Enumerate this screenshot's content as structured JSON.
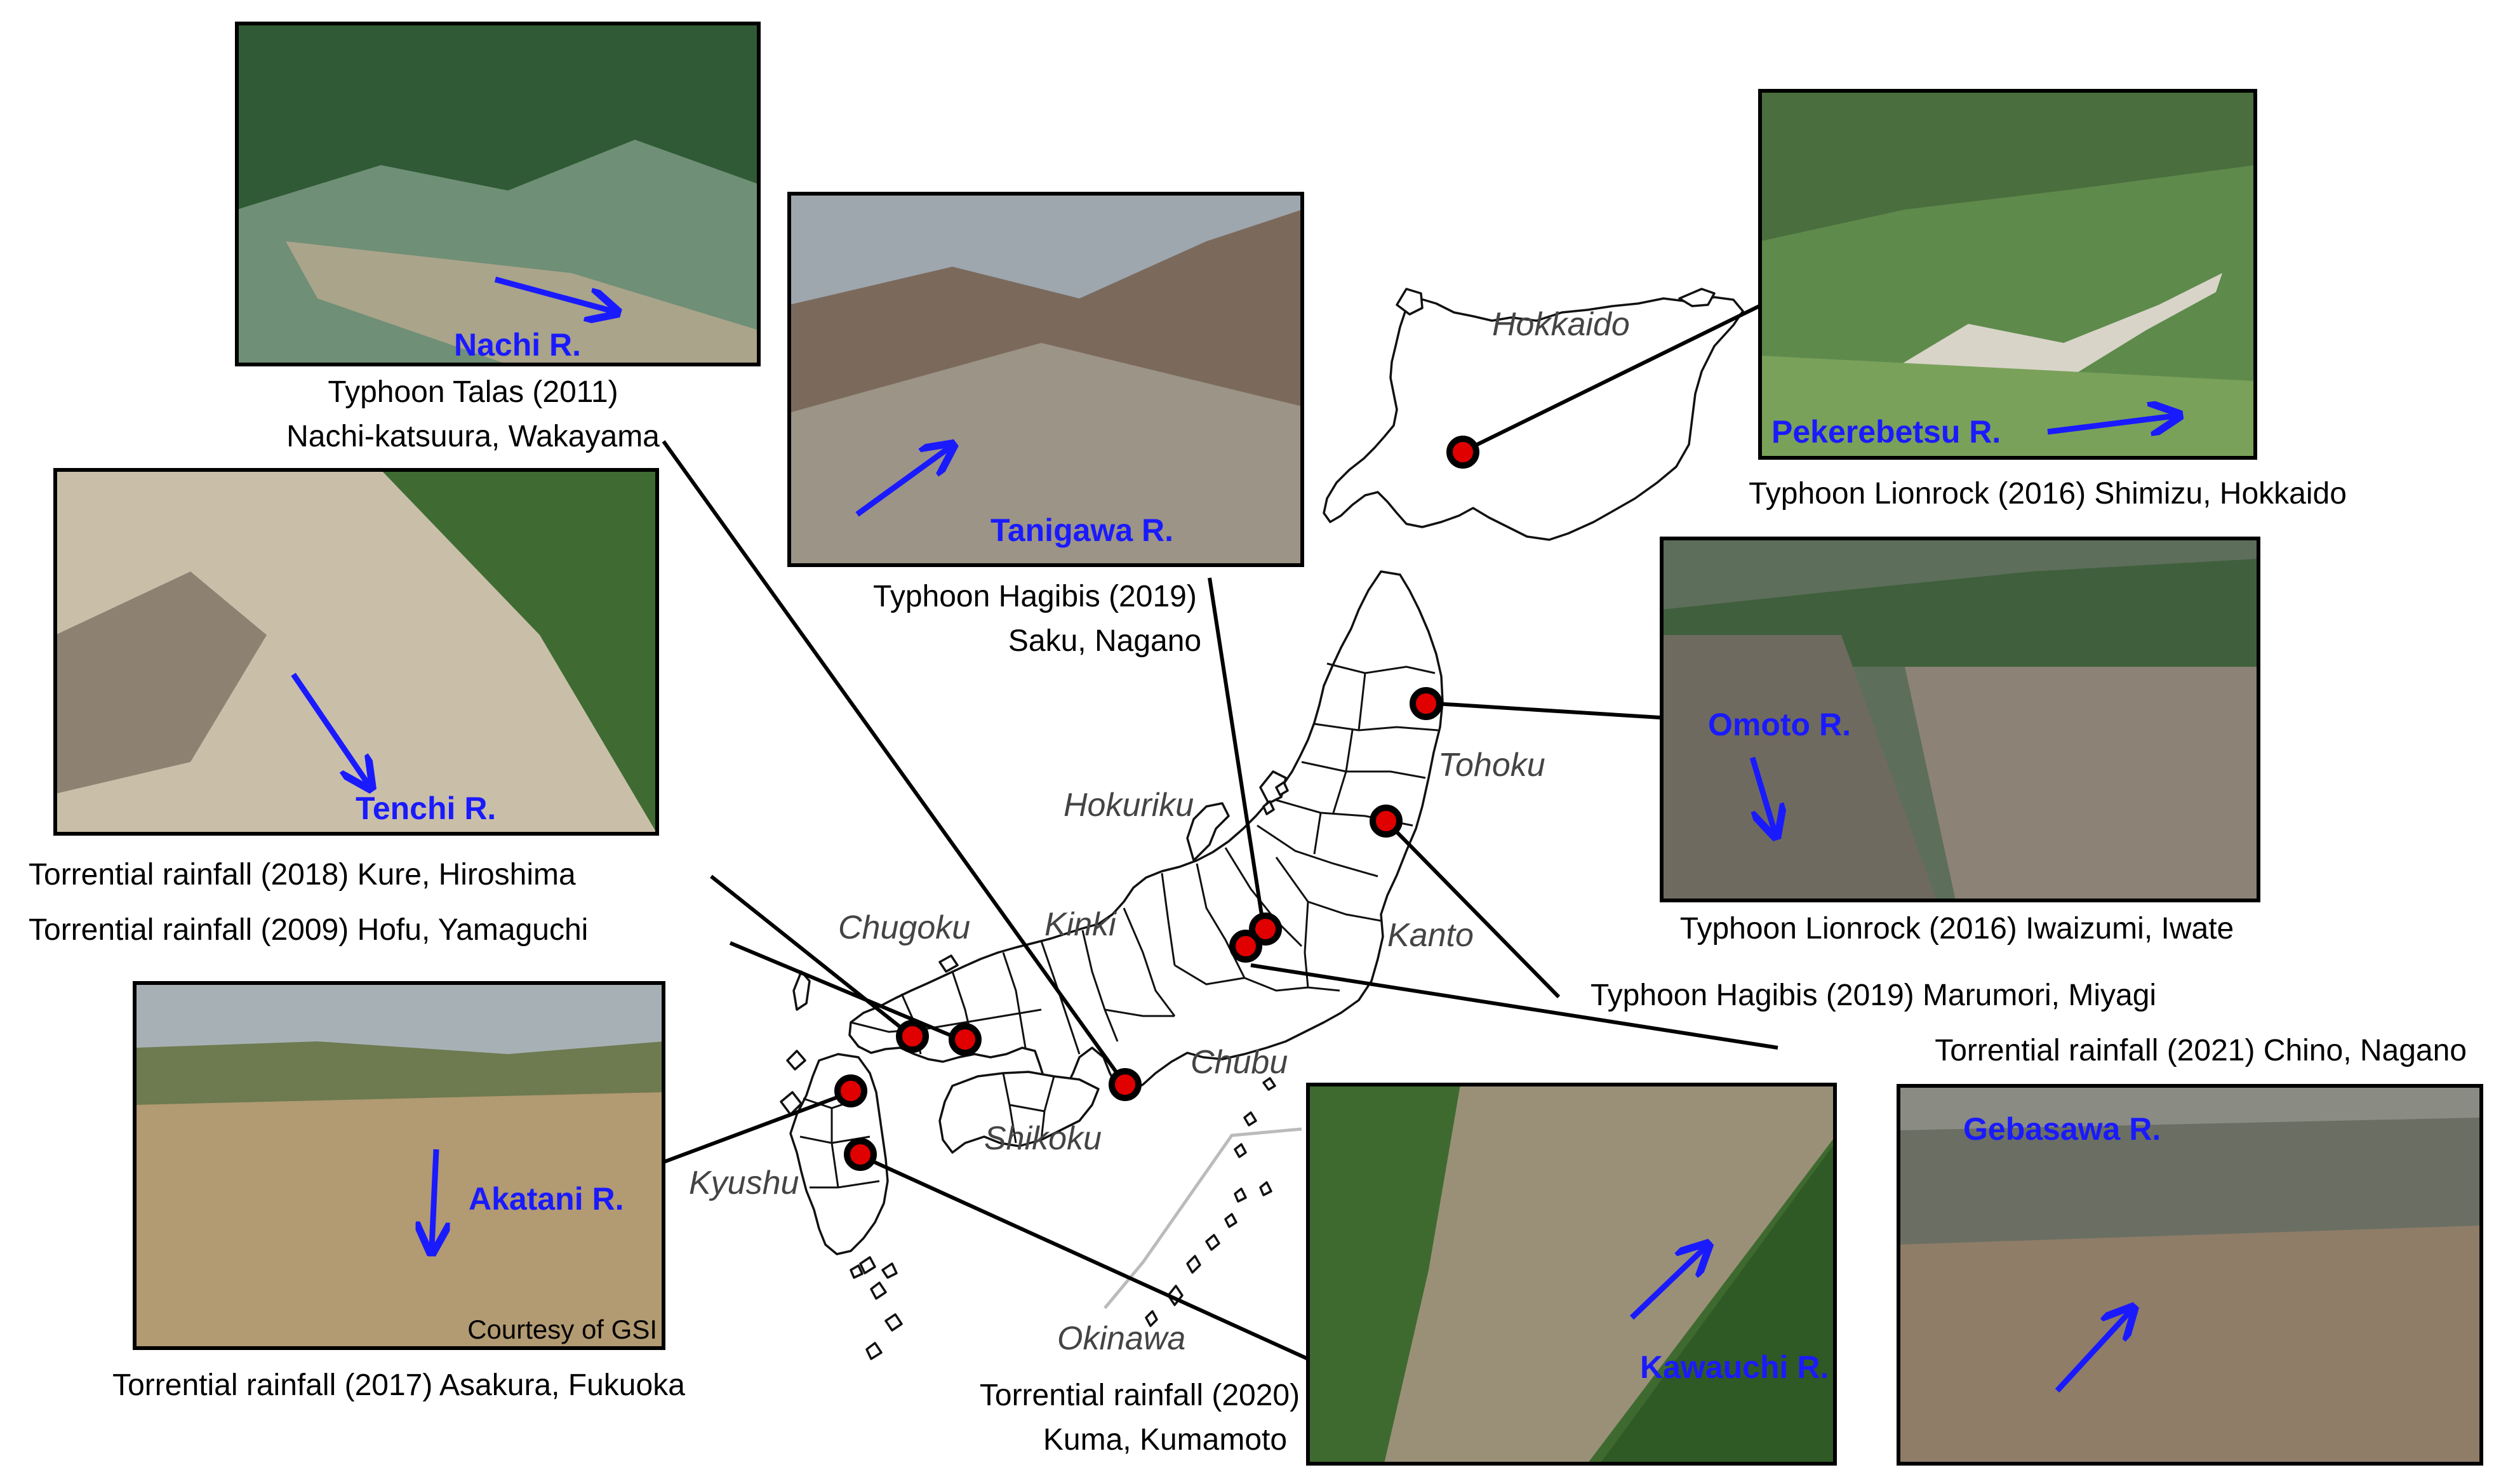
{
  "photos": [
    {
      "id": "nachi",
      "river": "Nachi R.",
      "event": "Typhoon Talas (2011)",
      "location": "Nachi-katsuura, Wakayama",
      "sky": "#6f8f76",
      "mid": "#2f5a35",
      "low": "#a9a48a"
    },
    {
      "id": "tanigawa",
      "river": "Tanigawa R.",
      "event": "Typhoon Hagibis (2019)",
      "location": "Saku, Nagano",
      "sky": "#9ea6ae",
      "mid": "#7b6a5c",
      "low": "#9c9486"
    },
    {
      "id": "pekerebetsu",
      "river": "Pekerebetsu R.",
      "caption": "Typhoon Lionrock (2016) Shimizu, Hokkaido",
      "sky": "#4b6e3e",
      "mid": "#5e8a4c",
      "low": "#7aa15a"
    },
    {
      "id": "tenchi",
      "river": "Tenchi R.",
      "caption": "Torrential rainfall (2018) Kure, Hiroshima",
      "sky": "#3f6b33",
      "mid": "#c9bfa8",
      "low": "#8d8272"
    },
    {
      "id": "omoto",
      "river": "Omoto R.",
      "caption": "Typhoon Lionrock (2016) Iwaizumi, Iwate",
      "sky": "#5d6e5a",
      "mid": "#6f6a5f",
      "low": "#8c8275"
    },
    {
      "id": "akatani",
      "river": "Akatani R.",
      "caption": "Torrential rainfall (2017) Asakura, Fukuoka",
      "credit": "Courtesy of GSI",
      "sky": "#a7b1b5",
      "mid": "#6e7a50",
      "low": "#b29a72"
    },
    {
      "id": "kawauchi",
      "river": "Kawauchi R.",
      "event": "Torrential rainfall (2020)",
      "location": "Kuma, Kumamoto",
      "sky": "#3f6a2f",
      "mid": "#9a9078",
      "low": "#2f5a26"
    },
    {
      "id": "gebasawa",
      "river": "Gebasawa R.",
      "caption": "Torrential rainfall (2021) Chino, Nagano",
      "sky": "#8a8c84",
      "mid": "#7d6f62",
      "low": "#8f7d68"
    }
  ],
  "standalone_labels": {
    "hofu": "Torrential rainfall (2009) Hofu, Yamaguchi",
    "marumori": "Typhoon Hagibis (2019) Marumori, Miyagi"
  },
  "regions": [
    "Hokkaido",
    "Tohoku",
    "Hokuriku",
    "Kanto",
    "Chugoku",
    "Kinki",
    "Chubu",
    "Shikoku",
    "Kyushu",
    "Okinawa"
  ],
  "colors": {
    "river_label": "#1a1aff",
    "marker": "#e00000",
    "marker_ring": "#000000"
  }
}
